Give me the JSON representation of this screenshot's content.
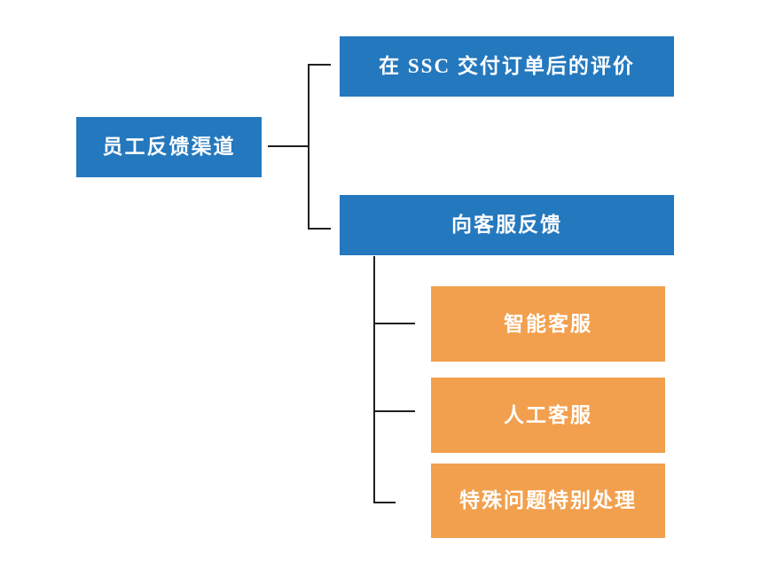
{
  "diagram": {
    "type": "tree-flowchart",
    "colors": {
      "node_blue": "#2478BE",
      "node_orange": "#F2A04E",
      "connector": "#1f1f1f",
      "text": "#ffffff",
      "background": "#ffffff"
    },
    "root": {
      "label": "员工反馈渠道"
    },
    "children": [
      {
        "label": "在 SSC 交付订单后的评价"
      },
      {
        "label": "向客服反馈"
      }
    ],
    "grandchildren": [
      {
        "label": "智能客服"
      },
      {
        "label": "人工客服"
      },
      {
        "label": "特殊问题特别处理"
      }
    ]
  }
}
